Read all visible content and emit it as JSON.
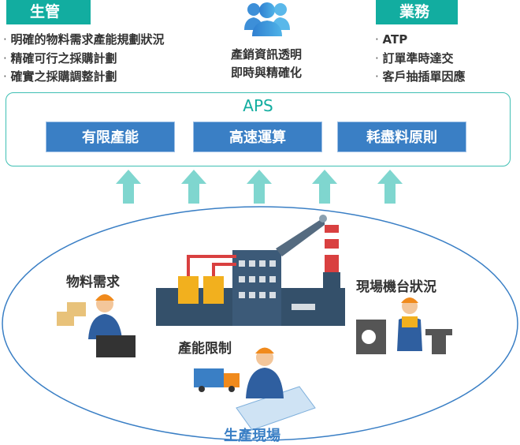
{
  "left_panel": {
    "header": "生管",
    "items": [
      "明確的物料需求產能規劃狀況",
      "精確可行之採購計劃",
      "確實之採購調整計劃"
    ]
  },
  "center_panel": {
    "icon": "users-icon",
    "lines": [
      "產銷資訊透明",
      "即時與精確化"
    ]
  },
  "right_panel": {
    "header": "業務",
    "items": [
      "ATP",
      "訂單準時達交",
      "客戶抽插單因應"
    ]
  },
  "aps": {
    "title": "APS",
    "features": [
      "有限產能",
      "高速運算",
      "耗盡料原則"
    ]
  },
  "shop_floor": {
    "title": "生產現場",
    "labels": {
      "material": "物料需求",
      "capacity": "產能限制",
      "machine": "現場機台狀況"
    }
  },
  "colors": {
    "teal": "#12ada0",
    "blue": "#3a7fc5",
    "arrow": "#7fd6cf",
    "ellipse": "#3a7fc5"
  }
}
